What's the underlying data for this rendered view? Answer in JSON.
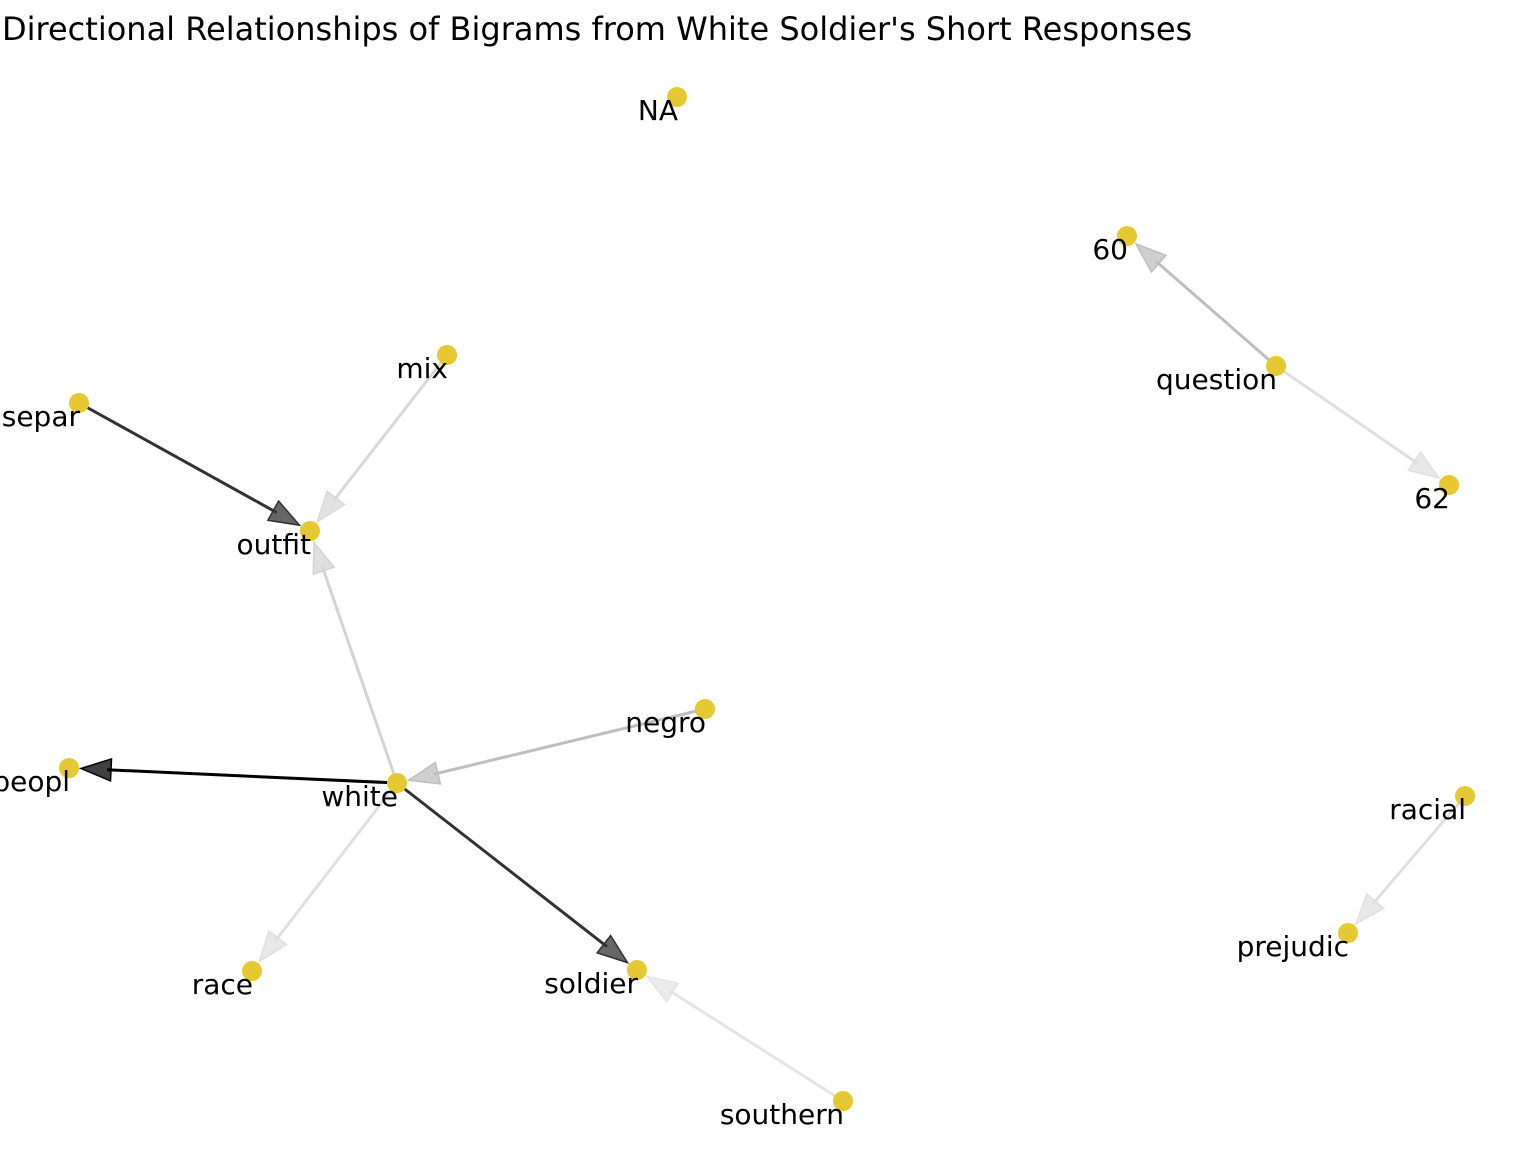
{
  "title": "Directional Relationships of Bigrams from White Soldier's Short Responses",
  "colors": {
    "node": "#E5C832",
    "edge": "#000000",
    "background": "#FFFFFF"
  },
  "nodes": [
    {
      "id": "NA",
      "label": "NA"
    },
    {
      "id": "60",
      "label": "60"
    },
    {
      "id": "question",
      "label": "question"
    },
    {
      "id": "62",
      "label": "62"
    },
    {
      "id": "mix",
      "label": "mix"
    },
    {
      "id": "separ",
      "label": "separ"
    },
    {
      "id": "outfit",
      "label": "outfit"
    },
    {
      "id": "negro",
      "label": "negro"
    },
    {
      "id": "peopl",
      "label": "peopl"
    },
    {
      "id": "white",
      "label": "white"
    },
    {
      "id": "race",
      "label": "race"
    },
    {
      "id": "soldier",
      "label": "soldier"
    },
    {
      "id": "southern",
      "label": "southern"
    },
    {
      "id": "racial",
      "label": "racial"
    },
    {
      "id": "prejudic",
      "label": "prejudic"
    }
  ],
  "edges": [
    {
      "from": "question",
      "to": "60",
      "weight": 0.25
    },
    {
      "from": "question",
      "to": "62",
      "weight": 0.12
    },
    {
      "from": "mix",
      "to": "outfit",
      "weight": 0.15
    },
    {
      "from": "separ",
      "to": "outfit",
      "weight": 0.8
    },
    {
      "from": "white",
      "to": "outfit",
      "weight": 0.17
    },
    {
      "from": "negro",
      "to": "white",
      "weight": 0.25
    },
    {
      "from": "white",
      "to": "peopl",
      "weight": 1.0
    },
    {
      "from": "white",
      "to": "race",
      "weight": 0.12
    },
    {
      "from": "white",
      "to": "soldier",
      "weight": 0.8
    },
    {
      "from": "southern",
      "to": "soldier",
      "weight": 0.1
    },
    {
      "from": "racial",
      "to": "prejudic",
      "weight": 0.12
    }
  ]
}
